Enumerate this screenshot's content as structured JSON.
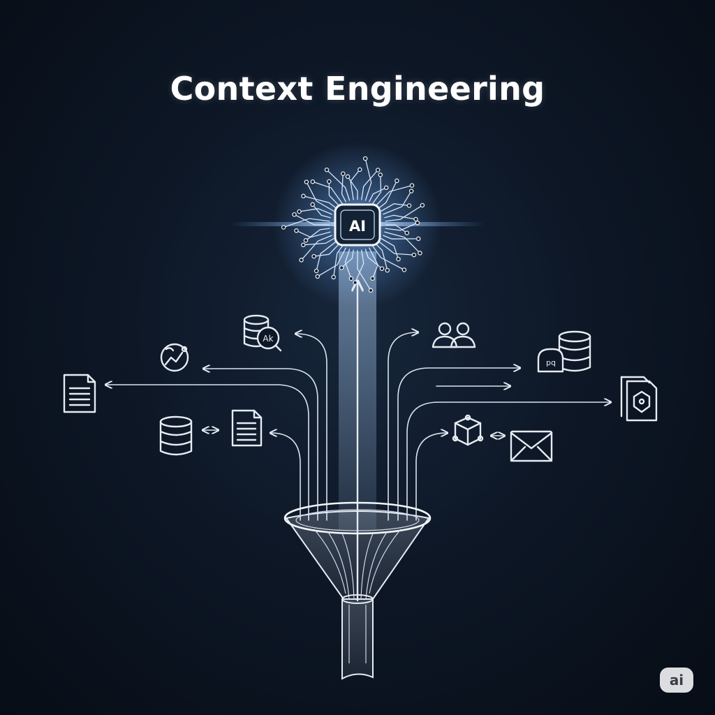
{
  "title": "Context Engineering",
  "chip_label": "AI",
  "badge_label": "ai",
  "icons": {
    "database_search_label": "Ak",
    "database_chat_label": "pq"
  },
  "colors": {
    "background": "#0d1726",
    "line": "#e7ecf3",
    "glow": "#6fb0ff"
  }
}
